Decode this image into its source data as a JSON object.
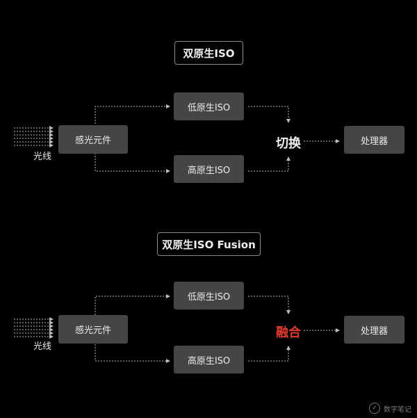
{
  "diagrams": [
    {
      "title": "双原生ISO",
      "light_label": "光线",
      "sensor": "感光元件",
      "low_iso": "低原生ISO",
      "high_iso": "高原生ISO",
      "mode": "切换",
      "processor": "处理器"
    },
    {
      "title": "双原生ISO Fusion",
      "light_label": "光线",
      "sensor": "感光元件",
      "low_iso": "低原生ISO",
      "high_iso": "高原生ISO",
      "mode": "融合",
      "processor": "处理器"
    }
  ],
  "watermark": {
    "text": "数字笔记",
    "icon": "check-circle-icon"
  },
  "colors": {
    "background": "#000000",
    "node": "#454545",
    "border": "#8a8a8a",
    "fusion_accent": "#e23b2e"
  }
}
